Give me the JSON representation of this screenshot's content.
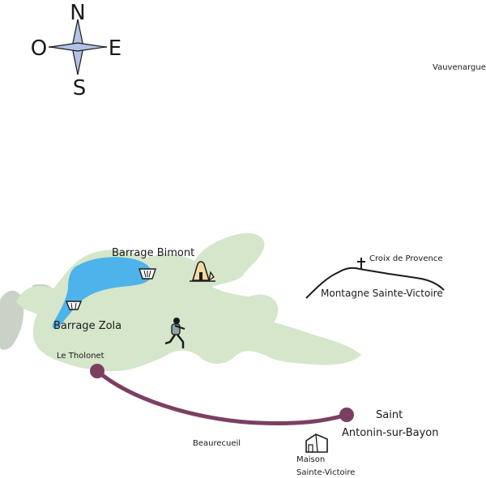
{
  "compass": {
    "north": "N",
    "south": "S",
    "east": "E",
    "west": "O"
  },
  "places": {
    "vauvenargues": "Vauvenargues",
    "barrage_bimont": "Barrage Bimont",
    "barrage_zola": "Barrage Zola",
    "le_tholonet": "Le Tholonet",
    "croix_de_provence": "Croix de Provence",
    "montagne_sainte_victoire": "Montagne Sainte-Victoire",
    "saint_antonin_line1": "Saint",
    "saint_antonin_line2": "Antonin-sur-Bayon",
    "beaurecueil": "Beaurecueil",
    "maison_line1": "Maison",
    "maison_line2": "Sainte-Victoire"
  },
  "icons": {
    "dam_bimont": "dam-icon",
    "dam_zola": "dam-icon",
    "chapel": "chapel-icon",
    "hiker": "hiker-icon",
    "house": "house-icon",
    "cross": "cross-icon"
  },
  "colors": {
    "massif": "#d5e6cb",
    "massif_grey": "#c9d2c5",
    "lake": "#4db3ea",
    "route": "#7b3f62",
    "ink": "#1a1a1a"
  }
}
